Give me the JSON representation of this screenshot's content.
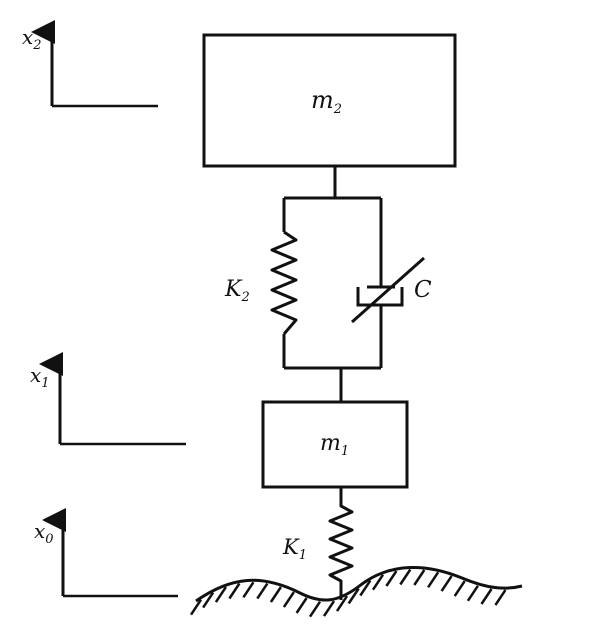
{
  "colors": {
    "ink": "#111111",
    "background": "#ffffff"
  },
  "masses": {
    "upper": {
      "symbol": "m",
      "subscript": "2"
    },
    "lower": {
      "symbol": "m",
      "subscript": "1"
    }
  },
  "springs": {
    "upper": {
      "symbol": "K",
      "subscript": "2"
    },
    "lower": {
      "symbol": "K",
      "subscript": "1"
    }
  },
  "damper": {
    "symbol": "C"
  },
  "displacements": {
    "x2": {
      "symbol": "x",
      "subscript": "2"
    },
    "x1": {
      "symbol": "x",
      "subscript": "1"
    },
    "x0": {
      "symbol": "x",
      "subscript": "0"
    }
  },
  "ground": {
    "icon": "ground-hatch-icon"
  }
}
